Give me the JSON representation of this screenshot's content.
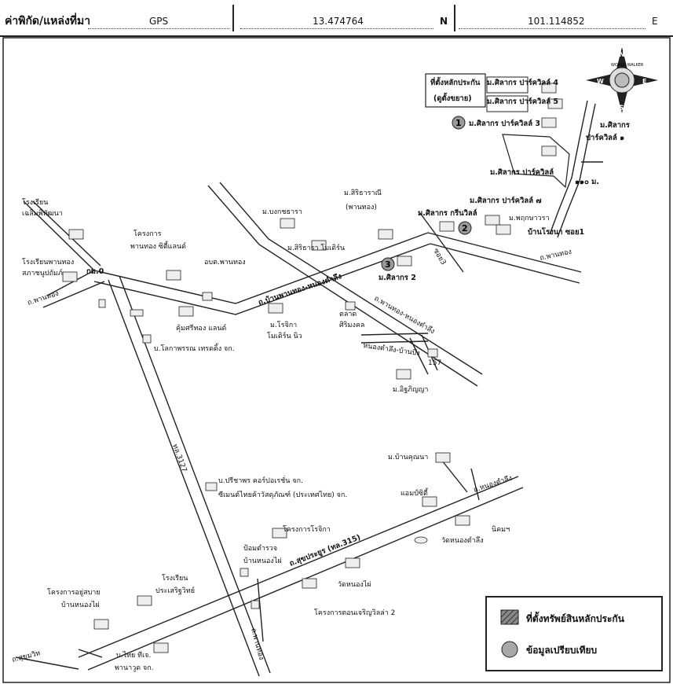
{
  "header": {
    "label": "ค่าพิกัด/แหล่งที่มา",
    "source": "GPS",
    "lat": "13.474764",
    "lat_dir": "N",
    "lon": "101.114852",
    "lon_dir": "E"
  },
  "compass": {
    "n": "N",
    "s": "S",
    "e": "E",
    "w": "W",
    "ring": "WORLD WALKER"
  },
  "markers": [
    {
      "n": "1"
    },
    {
      "n": "2"
    },
    {
      "n": "3"
    }
  ],
  "map_labels": {
    "subject_box_1": "ที่ตั้งหลักประกัน",
    "subject_box_2": "(ดูตั้งขยาย)",
    "mooban_park4": "ม.ศิลากร ปาร์ควิลล์ 4",
    "mooban_park5": "ม.ศิลากร ปาร์ควิลล์ 5",
    "mooban_park3": "ม.ศิลากร ปาร์ควิลล์ 3",
    "mooban_park1a": "ม.ศิลากร",
    "mooban_park1b": "ปาร์ควิลล์ ๑",
    "mooban_park_center": "ม.ศิลากร ปาร์ควิลล์",
    "dist": "๑๑๐ ม.",
    "mooban_park7": "ม.ศิลากร ปาร์ควิลล์ ๗",
    "mooban_green": "ม.ศิลากร กรีนวิลล์",
    "mooban_pruksa": "ม.พฤกษาวรา",
    "ban_rongna": "บ้านโรงนา ซอย1",
    "road_panthong_e": "ถ.พานทอง",
    "road_sai3": "ซอย3",
    "mooban_2": "ม.ศิลากร 2",
    "mooban_sitaran": "ม.สิริธาราณี",
    "mooban_sitaran2": "(พานทอง)",
    "mooban_bongkot": "ม.บงกชธารา",
    "mooban_sirada": "ม.สิริธารา โมเดิร์น",
    "school_left1": "โรงเรียน",
    "school_left1b": "เฉลิมพิพัฒนา",
    "school_left2": "โรงเรียนพานทอง",
    "school_left2b": "สภาชนูปถัมภ์",
    "project_panthong1": "โครงการ",
    "project_panthong2": "พานทอง ซิตี้แลนด์",
    "obt": "อบต.พานทอง",
    "km0": "กม.0",
    "road_main": "ถ.บ้านพานทอง-หนองตำลึง",
    "road_left": "ถ.พานทอง",
    "kumsongsri": "คุ้มศรีทอง แลนด์",
    "mooban_rocheka1": "ม.โรจิกา",
    "mooban_rocheka2": "โมเดิร์น นิว",
    "market1": "ตลาด",
    "market2": "ศิริมงคล",
    "factory": "บ.โลกาพรรณ เทรดดิ้ง จก.",
    "road_diag": "ถ.พานทอง-หนองตำลึง",
    "road_cross": "หนองตำลึง-บ้านบึง",
    "km157": "157",
    "mooban_itti": "ม.อิฐภิญญา",
    "road_vertical": "ทล.3127",
    "mooban_baan": "ม.บ้านคุณนา",
    "company1": "บ.ปรีชาพร คอร์ปอเรชั่น จก.",
    "company2": "ซีเมนต์ไทยค้าวัสดุภัณฑ์ (ประเทศไทย) จก.",
    "abp": "แอมป์ซิตี้",
    "road_nong": "ถ.หนองตำลึง",
    "nikom": "นิคมฯ",
    "wat_nong": "วัดหนองตำลึง",
    "project_rocheka": "โครงการโรจิกา",
    "police1": "ป้อมตำรวจ",
    "police2": "บ้านหนองไผ่",
    "road_sukhumvit": "ถ.สุขประยูร (ทล.315)",
    "wat_nongplai": "วัดหนองไผ่",
    "school_r1": "โรงเรียน",
    "school_r2": "ประเสริฐวิทย์",
    "project_left1": "โครงการอยู่สบาย",
    "project_left2": "บ้านหนองไผ่",
    "project_bottom": "โครงการตอนเจริญวิลล่า 2",
    "road_bottom": "ถ.สุขุมวิท",
    "company_bottom1": "บ.ไทย ทีเจ.",
    "company_bottom2": "พานาวูด จก.",
    "road_vertical2": "ถ.พานทอง"
  },
  "legend": {
    "subject": "ที่ตั้งทรัพย์สินหลักประกัน",
    "comparable": "ข้อมูลเปรียบเทียบ"
  },
  "colors": {
    "line": "#222222",
    "hatch": "#555555",
    "marker": "#9a9a9a"
  }
}
